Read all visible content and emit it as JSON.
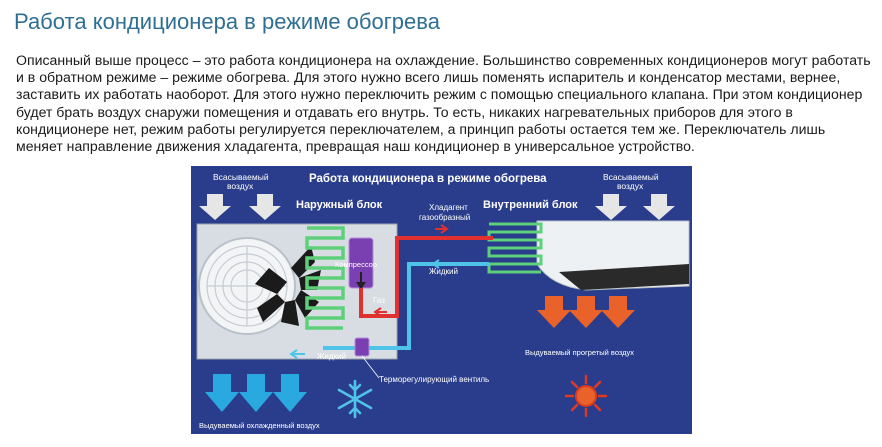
{
  "page": {
    "title": "Работа кондиционера в режиме обогрева",
    "paragraph_lines": [
      "Описанный выше процесс – это работа кондиционера на охлаждение. Большинство современных кондиционеров могут работать",
      "и в обратном режиме – режиме обогрева. Для этого нужно всего лишь поменять испаритель и конденсатор местами, вернее,",
      "заставить их работать наоборот. Для этого нужно переключить режим с помощью специального клапана. При этом кондиционер",
      "будет брать воздух снаружи помещения и отдавать его внутрь. То есть, никаких нагревательных приборов для этого в",
      "кондиционере нет, режим работы регулируется переключателем, а принцип работы остается тем же. Переключатель лишь",
      "меняет направление движения хладагента, превращая наш кондиционер в универсальное устройство."
    ]
  },
  "diagram": {
    "title": "Работа кондиционера в режиме обогрева",
    "intake_left": [
      "Всасываемый",
      "воздух"
    ],
    "intake_right": [
      "Всасываемый",
      "воздух"
    ],
    "outdoor_unit": "Наружный блок",
    "indoor_unit": "Внутренний блок",
    "compressor": "Компрессор",
    "gas_refrigerant": [
      "Хладагент",
      "газообразный"
    ],
    "liquid_right": "Жидкий",
    "gas": "Газ",
    "liquid_bottom": "Жидкий",
    "valve": "Терморегулирующий вентиль",
    "warm_air": "Выдуваемый прогретый воздух",
    "cold_air": "Выдуваемый охлажденный воздух",
    "colors": {
      "background": "#2a3d8c",
      "hot_pipe": "#e03030",
      "cold_pipe": "#4fc3e8",
      "coil": "#5fd07a",
      "warm_arrow": "#e8622a",
      "cold_arrow": "#2aa8e0",
      "intake_arrow": "#e6e6e6"
    }
  }
}
